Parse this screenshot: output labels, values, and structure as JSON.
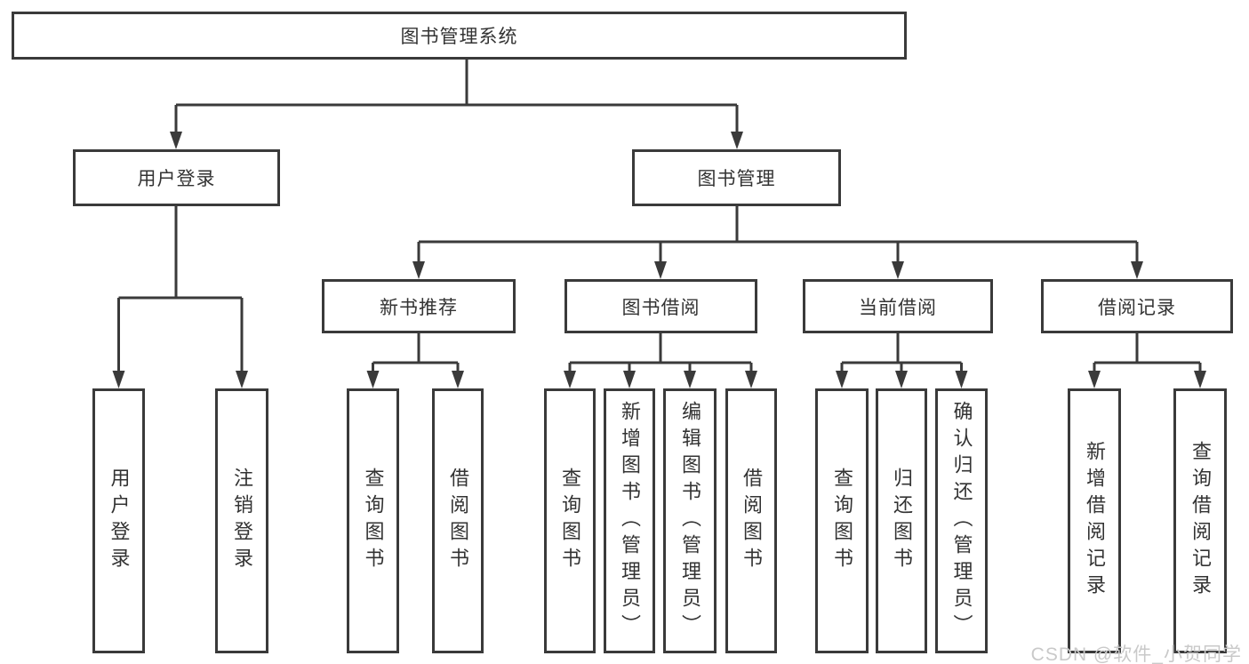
{
  "tree": {
    "root": "图书管理系统",
    "level2": [
      {
        "label": "用户登录",
        "children": [
          "用户登录",
          "注销登录"
        ]
      },
      {
        "label": "图书管理",
        "children": [
          {
            "label": "新书推荐",
            "children": [
              "查询图书",
              "借阅图书"
            ]
          },
          {
            "label": "图书借阅",
            "children": [
              "查询图书",
              "新增图书（管理员）",
              "编辑图书（管理员）",
              "借阅图书"
            ]
          },
          {
            "label": "当前借阅",
            "children": [
              "查询图书",
              "归还图书",
              "确认归还（管理员）"
            ]
          },
          {
            "label": "借阅记录",
            "children": [
              "新增借阅记录",
              "查询借阅记录"
            ]
          }
        ]
      }
    ]
  },
  "watermark": "CSDN @软件_小贺同学",
  "colors": {
    "line": "#3a3a3a",
    "text": "#333333",
    "watermark": "#c9c9c9",
    "background": "#ffffff"
  }
}
